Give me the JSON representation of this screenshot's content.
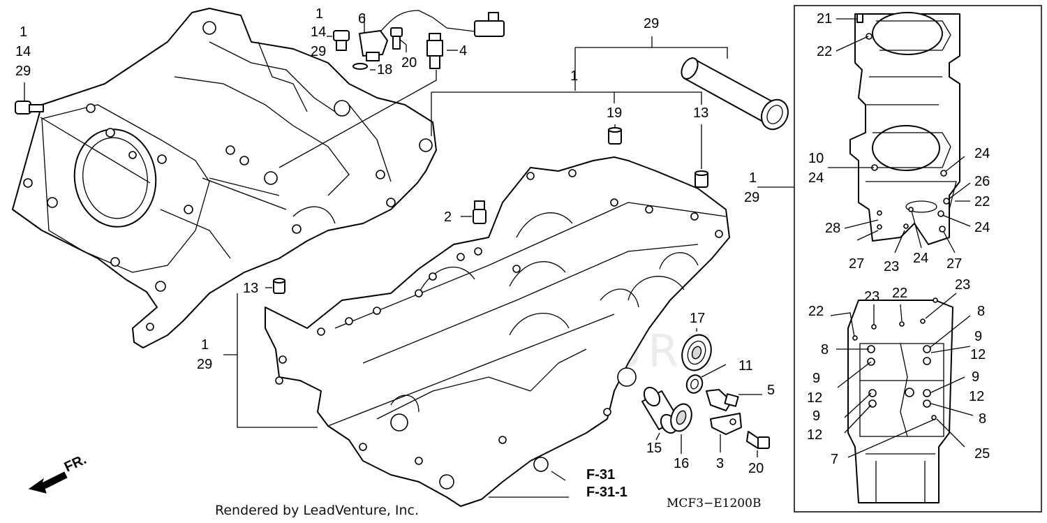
{
  "diagram": {
    "watermark": "LEADVENTURE",
    "credit": "Rendered by LeadVenture, Inc.",
    "diagram_code": "MCF3−E1200B",
    "front_marker": "FR.",
    "page_refs": [
      "F-31",
      "F-31-1"
    ],
    "callouts": {
      "c1a": "1",
      "c14a": "14",
      "c29a": "29",
      "c1b": "1",
      "c14b": "14",
      "c29b": "29",
      "c6": "6",
      "c18": "18",
      "c20a": "20",
      "c4": "4",
      "c29top": "29",
      "c1top": "1",
      "c19": "19",
      "c13a": "13",
      "c2": "2",
      "c13b": "13",
      "c1c": "1",
      "c29c": "29",
      "c17": "17",
      "c11": "11",
      "c5": "5",
      "c15": "15",
      "c16": "16",
      "c3": "3",
      "c20b": "20",
      "c21": "21",
      "c22a": "22",
      "c10": "10",
      "c24a": "24",
      "c24b": "24",
      "c26": "26",
      "c22b": "22",
      "c1d": "1",
      "c29d": "29",
      "c28": "28",
      "c24c": "24",
      "c27a": "27",
      "c23a": "23",
      "c24d": "24",
      "c27b": "27",
      "c22c": "22",
      "c23b": "23",
      "c22d": "22",
      "c23c": "23",
      "c8a": "8",
      "c9a": "9",
      "c12a": "12",
      "c8b": "8",
      "c9b": "9",
      "c12b": "12",
      "c9c": "9",
      "c12c": "12",
      "c9d": "9",
      "c12d": "12",
      "c8c": "8",
      "c7": "7",
      "c25": "25"
    }
  }
}
